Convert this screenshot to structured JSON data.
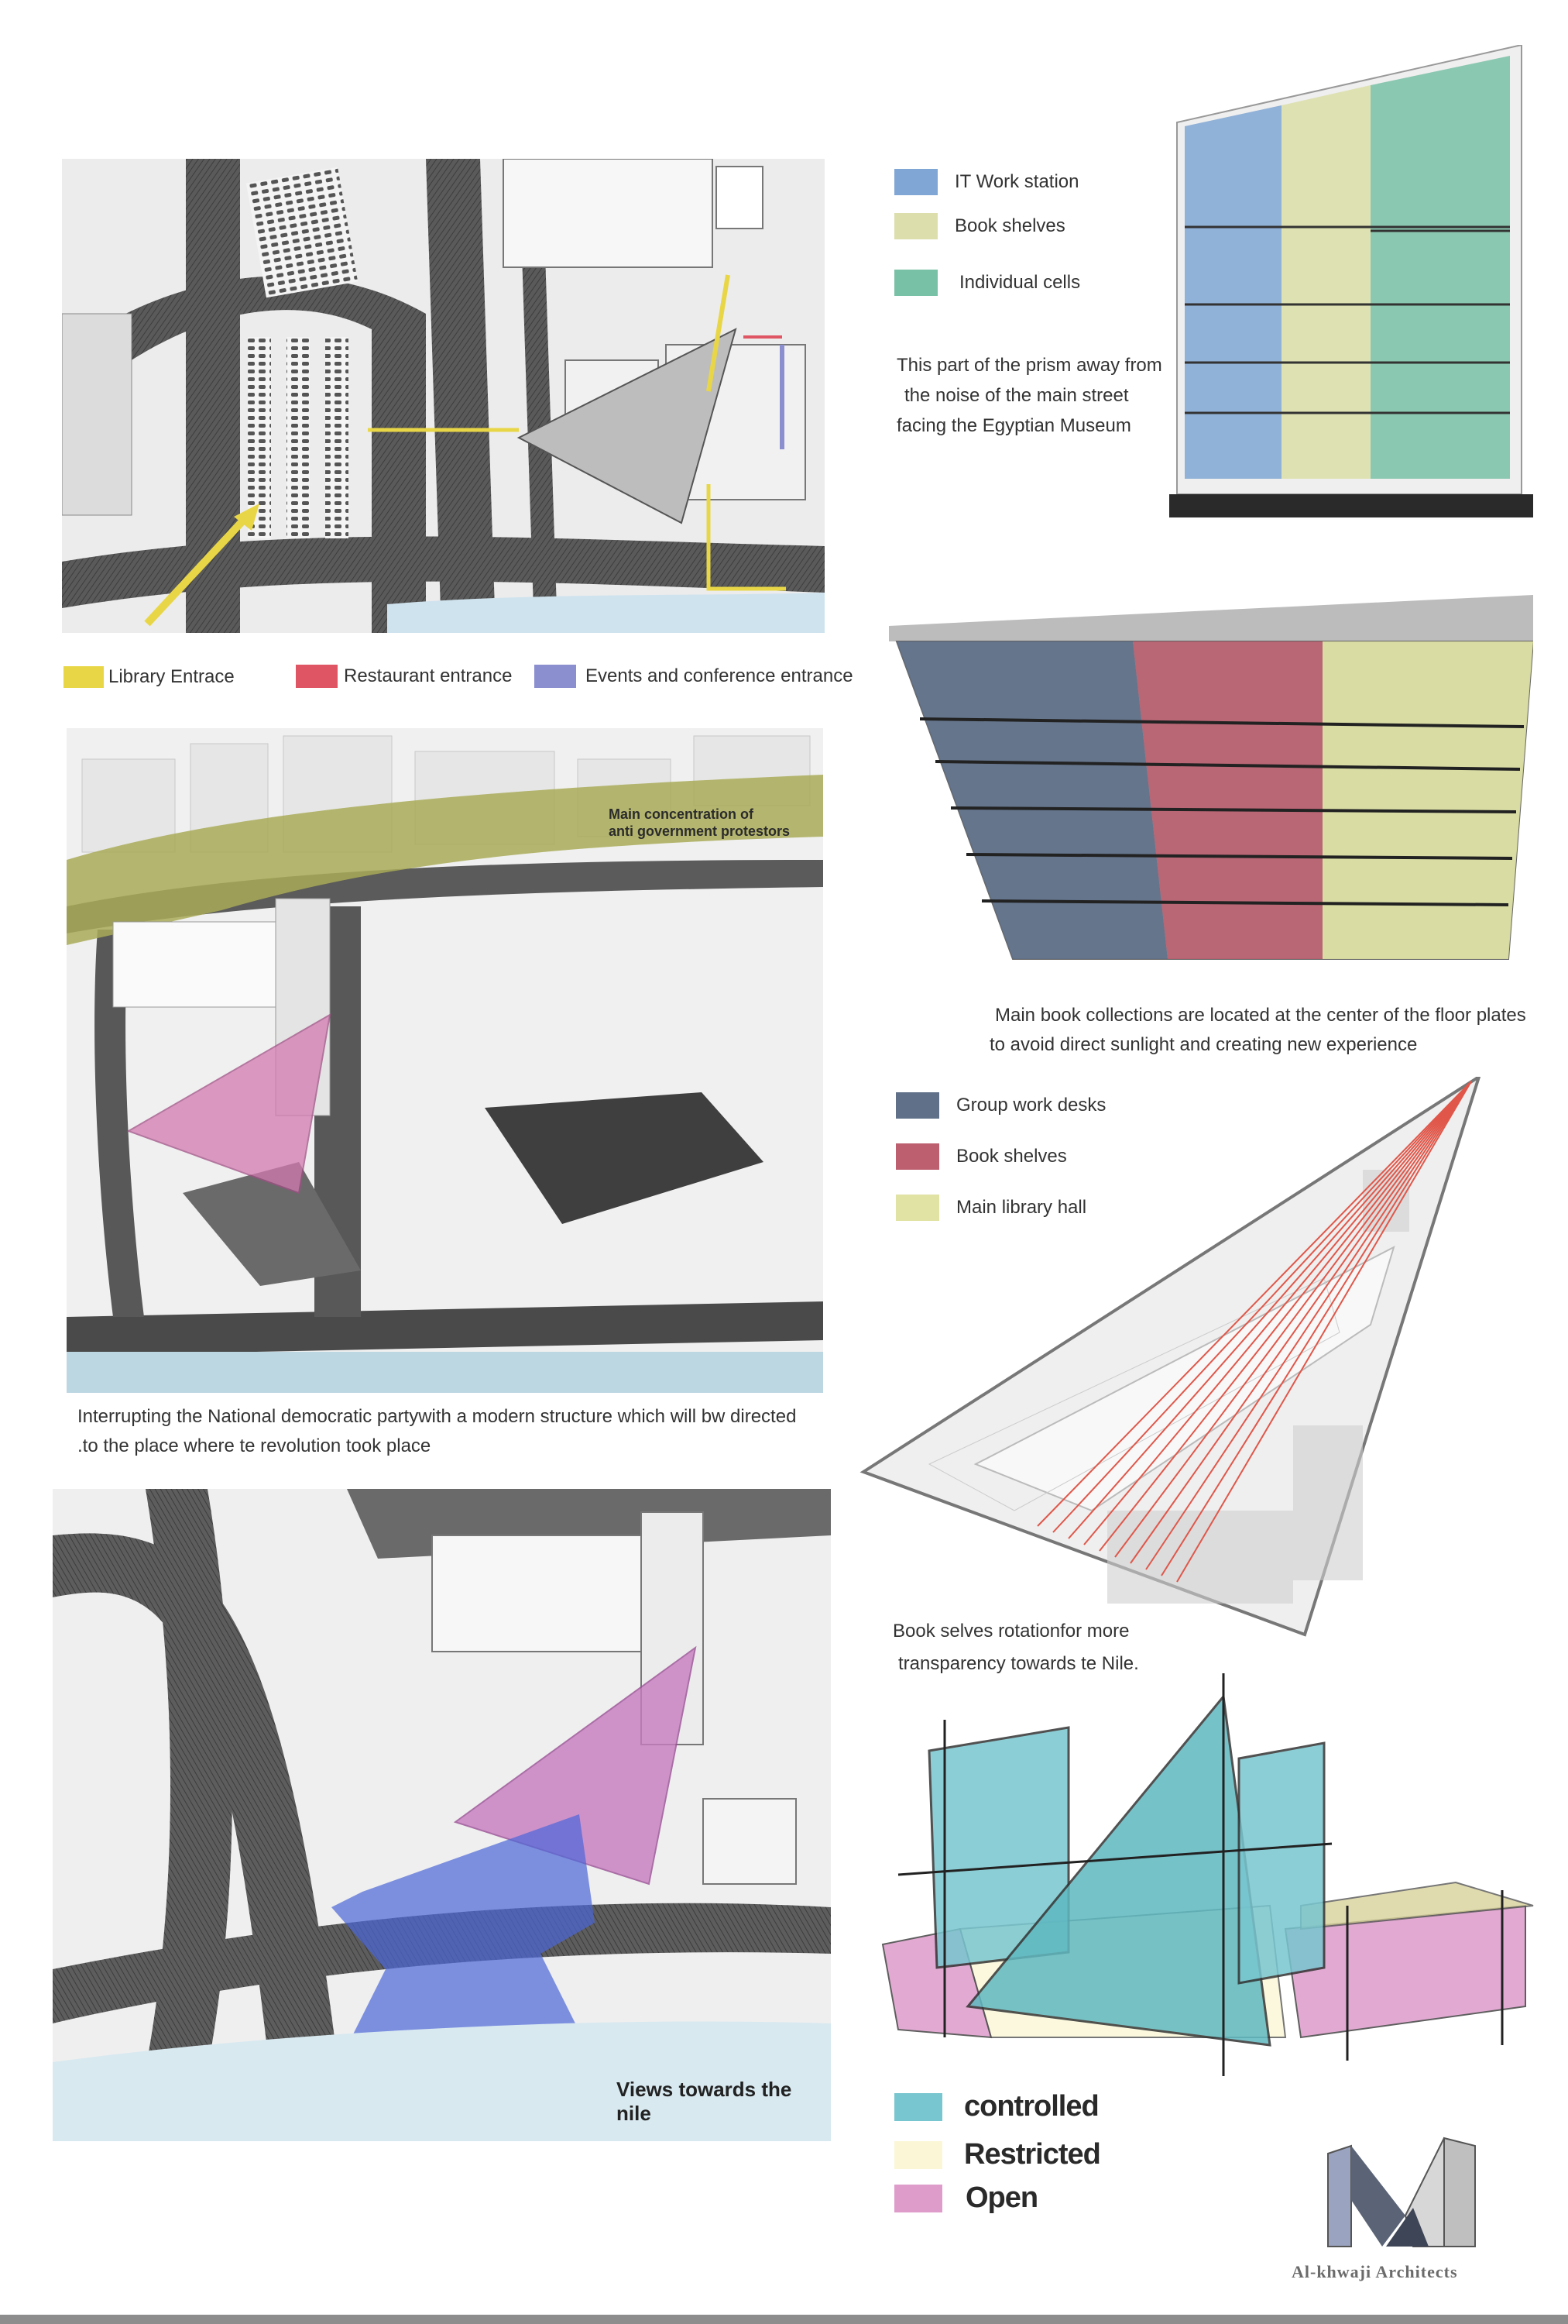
{
  "site_plan_legend": {
    "library": {
      "label": "Library Entrace",
      "color": "#e8d647"
    },
    "restaurant": {
      "label": "Restaurant entrance",
      "color": "#e05563"
    },
    "events": {
      "label": "Events and conference entrance",
      "color": "#8b8fcf"
    }
  },
  "protest_map": {
    "label_line1": "Main concentration of",
    "label_line2": "anti government protestors",
    "caption_line1": "Interrupting the National democratic partywith a modern structure  which will bw directed",
    "caption_line2": ".to the place where te revolution took place"
  },
  "nile_view": {
    "label": "Views towards the nile"
  },
  "section_top": {
    "legend": [
      {
        "label": "IT Work station",
        "color": "#7fa6d4"
      },
      {
        "label": "Book shelves",
        "color": "#dcdfab"
      },
      {
        "label": "Individual cells",
        "color": "#79c1a6"
      }
    ],
    "text_line1": "This part of the prism away from",
    "text_line2": "the noise of the main street",
    "text_line3": "facing the Egyptian Museum"
  },
  "section_mid": {
    "text_line1": "Main book collections are located at the center of the floor plates",
    "text_line2": "to avoid direct sunlight and creating new experience",
    "legend": [
      {
        "label": "Group work desks",
        "color": "#5f7088"
      },
      {
        "label": "Book shelves",
        "color": "#bd5f6f"
      },
      {
        "label": "Main library hall",
        "color": "#e0e3a3"
      }
    ]
  },
  "plan_text": {
    "line1": "Book selves rotationfor more",
    "line2": "transparency towards te Nile."
  },
  "access_legend": [
    {
      "label": "controlled",
      "color": "#78c6cf"
    },
    {
      "label": "Restricted",
      "color": "#fbf7d6"
    },
    {
      "label": "Open",
      "color": "#de9ccb"
    }
  ],
  "logo": {
    "name": "Al-khwaji Architects",
    "icon": "architect-logo-icon"
  }
}
